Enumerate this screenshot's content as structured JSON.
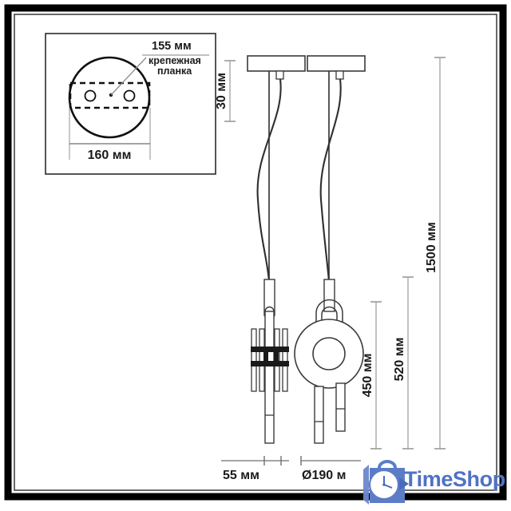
{
  "drawing": {
    "type": "technical-dimension-drawing",
    "subject": "pendant-lamp",
    "units": "мм",
    "inset_detail": {
      "name": "ceiling-mount-plate-detail",
      "diameter_label": "160 мм",
      "plate_label": "155 мм",
      "plate_caption_line1": "крепежная",
      "plate_caption_line2": "планка",
      "hole_count": 2
    },
    "dimensions": {
      "canopy_height": "30 мм",
      "total_height": "1500 мм",
      "shade_drop": "520 мм",
      "body_height": "450 мм",
      "side_width": "55 мм",
      "front_diameter": "Ø190 м"
    }
  },
  "watermark": {
    "brand": "TimeShop",
    "icon": "clock-bag-icon",
    "color": "#4f72c4"
  },
  "colors": {
    "frame": "#000000",
    "line": "#3a3a3a",
    "dimension": "#8a8a8a",
    "text": "#1a1a1a",
    "accent": "#4f72c4"
  }
}
